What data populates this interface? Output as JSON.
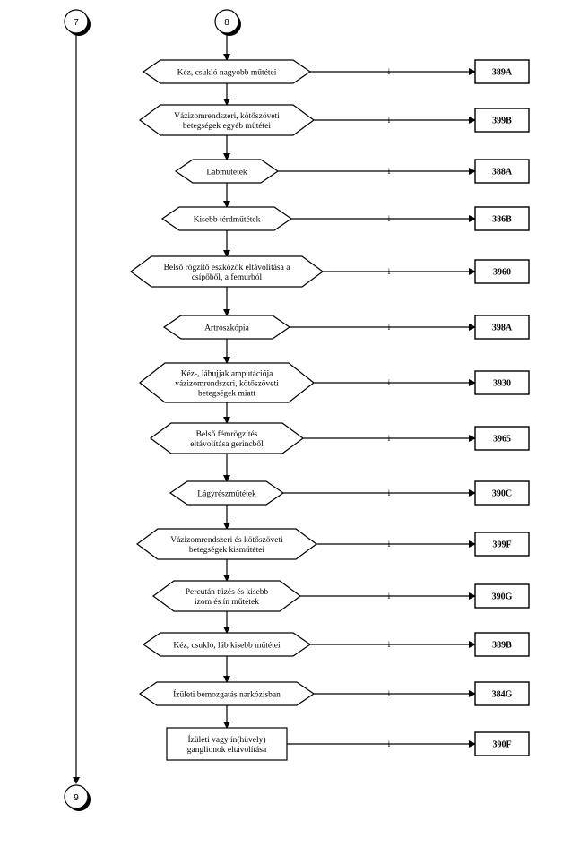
{
  "connectors": [
    {
      "id": "7",
      "label": "7"
    },
    {
      "id": "8",
      "label": "8"
    },
    {
      "id": "9",
      "label": "9"
    }
  ],
  "steps": [
    {
      "shape": "hexagon",
      "lines": [
        "Kéz, csukló nagyobb műtétei"
      ],
      "code": "389A"
    },
    {
      "shape": "hexagon",
      "lines": [
        "Vázizomrendszeri, kötőszöveti",
        "betegségek egyéb műtétei"
      ],
      "code": "399B"
    },
    {
      "shape": "hexagon",
      "lines": [
        "Lábműtétek"
      ],
      "code": "388A"
    },
    {
      "shape": "hexagon",
      "lines": [
        "Kisebb térdműtétek"
      ],
      "code": "386B"
    },
    {
      "shape": "hexagon",
      "lines": [
        "Belső rögzítő eszközök eltávolítása a",
        "csípőből, a femurból"
      ],
      "code": "3960"
    },
    {
      "shape": "hexagon",
      "lines": [
        "Artroszkópia"
      ],
      "code": "398A"
    },
    {
      "shape": "hexagon",
      "lines": [
        "Kéz-, lábujjak amputációja",
        "vázizomrendszeri, kötőszöveti",
        "betegségek miatt"
      ],
      "code": "3930"
    },
    {
      "shape": "hexagon",
      "lines": [
        "Belső fémrögzítés",
        "eltávolítása gerincből"
      ],
      "code": "3965"
    },
    {
      "shape": "hexagon",
      "lines": [
        "Lágyrészműtétek"
      ],
      "code": "390C"
    },
    {
      "shape": "hexagon",
      "lines": [
        "Vázizomrendszeri és kötőszöveti",
        "betegségek kisműtétei"
      ],
      "code": "399F"
    },
    {
      "shape": "hexagon",
      "lines": [
        "Percután tűzés és kisebb",
        "izom és ín műtétek"
      ],
      "code": "390G"
    },
    {
      "shape": "hexagon",
      "lines": [
        "Kéz, csukló, láb kisebb műtétei"
      ],
      "code": "389B"
    },
    {
      "shape": "hexagon",
      "lines": [
        "Ízületi bemozgatás narkózisban"
      ],
      "code": "384G"
    },
    {
      "shape": "rect",
      "lines": [
        "Ízületi vagy ín(hüvely)",
        "ganglionok eltávolítása"
      ],
      "code": "390F"
    }
  ],
  "branch_mark": "i"
}
